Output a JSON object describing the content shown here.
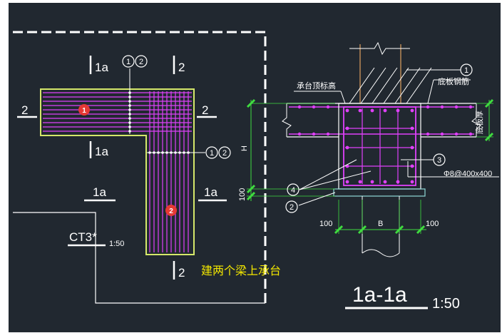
{
  "colors": {
    "background": "#212830",
    "outer_border": "#ffffff",
    "cap_outline": "#d6e86a",
    "rebar": "#e040fb",
    "section_line": "#ffffff",
    "dimension": "#3fdc3f",
    "pile": "#8fd8d8",
    "caption": "#f2e600",
    "badge": "#e53935",
    "leader": "#ffffff"
  },
  "plan": {
    "section_marks": {
      "top_1a": "1a",
      "top_2": "2",
      "left_2": "2",
      "right_2": "2",
      "mid_1a": "1a",
      "lower_left_1a": "1a",
      "lower_right_1a": "1a",
      "bottom_2": "2"
    },
    "callouts": {
      "top_pair": [
        "1",
        "2"
      ],
      "right_pair": [
        "1",
        "2"
      ]
    },
    "badges": [
      "1",
      "2"
    ],
    "title_mark": "CT3*",
    "title_scale": "1:50",
    "caption": "建两个梁上承台"
  },
  "section": {
    "top_label": "承台顶标高",
    "right_label": "底板钢筋",
    "side_label": "底板厚",
    "callout_1": "1",
    "callout_3": "3",
    "callout_4": "4",
    "callout_2": "2",
    "stirrup_text": "Φ8@400x400",
    "dim_H": "H",
    "dim_100_left": "100",
    "dim_100_bottom_left": "100",
    "dim_B": "B",
    "dim_100_bottom_right": "100",
    "title": "1a-1a",
    "scale": "1:50"
  }
}
